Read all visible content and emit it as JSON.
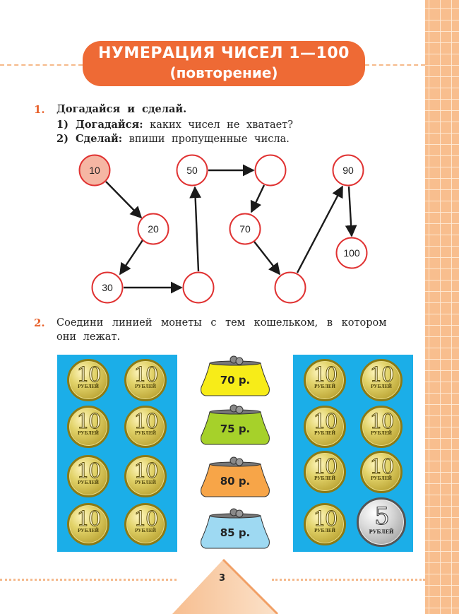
{
  "header": {
    "title_line1": "НУМЕРАЦИЯ ЧИСЕЛ 1—100",
    "title_line2": "(повторение)",
    "accent_color": "#EE6A35"
  },
  "task1": {
    "number": "1.",
    "heading": "Догадайся и сделай.",
    "step1_bold": "1) Догадайся:",
    "step1_text": "каких чисел не хватает?",
    "step2_bold": "2) Сделай:",
    "step2_text": "впиши пропущенные числа.",
    "chain": [
      {
        "value": "10",
        "highlighted": true
      },
      {
        "value": "20"
      },
      {
        "value": "30"
      },
      {
        "value": ""
      },
      {
        "value": "50"
      },
      {
        "value": ""
      },
      {
        "value": "70"
      },
      {
        "value": ""
      },
      {
        "value": "90"
      },
      {
        "value": "100"
      }
    ]
  },
  "task2": {
    "number": "2.",
    "text_line1": "Соедини линией монеты с тем кошельком, в котором",
    "text_line2": "они лежат.",
    "left_panel_coins": [
      {
        "value": "10",
        "caption": "РУБЛЕЙ"
      },
      {
        "value": "10",
        "caption": "РУБЛЕЙ"
      },
      {
        "value": "10",
        "caption": "РУБЛЕЙ"
      },
      {
        "value": "10",
        "caption": "РУБЛЕЙ"
      },
      {
        "value": "10",
        "caption": "РУБЛЕЙ"
      },
      {
        "value": "10",
        "caption": "РУБЛЕЙ"
      },
      {
        "value": "10",
        "caption": "РУБЛЕЙ"
      },
      {
        "value": "10",
        "caption": "РУБЛЕЙ"
      }
    ],
    "purses": [
      {
        "label": "70 р.",
        "color": "#F7EC18"
      },
      {
        "label": "75 р.",
        "color": "#A6D12A"
      },
      {
        "label": "80 р.",
        "color": "#F7A548"
      },
      {
        "label": "85 р.",
        "color": "#9ED9F2"
      }
    ],
    "right_panel_coins": [
      {
        "value": "10",
        "caption": "РУБЛЕЙ"
      },
      {
        "value": "10",
        "caption": "РУБЛЕЙ"
      },
      {
        "value": "10",
        "caption": "РУБЛЕЙ"
      },
      {
        "value": "10",
        "caption": "РУБЛЕЙ"
      },
      {
        "value": "10",
        "caption": "РУБЛЕЙ"
      },
      {
        "value": "10",
        "caption": "РУБЛЕЙ"
      },
      {
        "value": "10",
        "caption": "РУБЛЕЙ"
      },
      {
        "value": "5",
        "caption": "РУБЛЕЙ"
      }
    ],
    "panel_color": "#1BAEE8"
  },
  "footer": {
    "page_number": "3"
  }
}
